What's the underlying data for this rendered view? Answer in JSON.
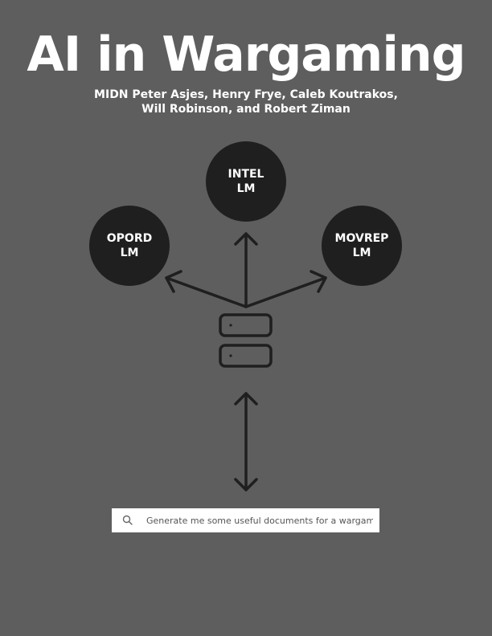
{
  "header": {
    "title": "AI in Wargaming",
    "authors_line1": "MIDN Peter Asjes, Henry Frye, Caleb Koutrakos,",
    "authors_line2": "Will Robinson, and Robert Ziman"
  },
  "diagram": {
    "nodes": [
      {
        "id": "intel",
        "line1": "INTEL",
        "line2": "LM"
      },
      {
        "id": "opord",
        "line1": "OPORD",
        "line2": "LM"
      },
      {
        "id": "movrep",
        "line1": "MOVREP",
        "line2": "LM"
      }
    ],
    "center_icon": "server-icon",
    "connector_icon": "double-arrow-icon"
  },
  "search": {
    "icon": "search-icon",
    "placeholder": "Generate me some useful documents for a wargame"
  },
  "colors": {
    "background": "#5e5e5e",
    "node_fill": "#1f1f1f",
    "stroke": "#1f1f1f",
    "text": "#ffffff"
  }
}
